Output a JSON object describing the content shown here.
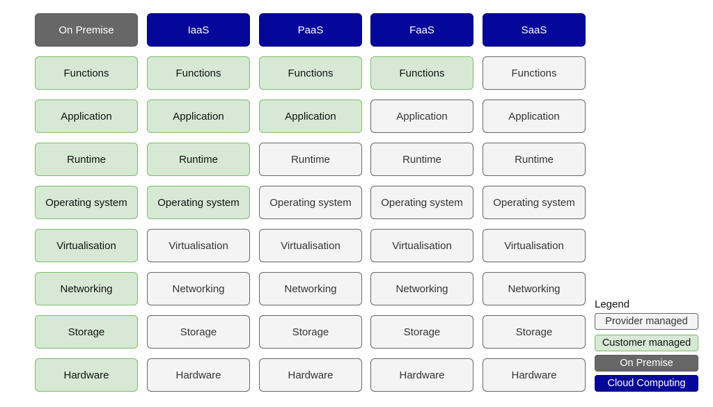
{
  "columns": [
    {
      "name": "On Premise",
      "kind": "on-premise",
      "rows": [
        {
          "label": "Functions",
          "managed": "customer"
        },
        {
          "label": "Application",
          "managed": "customer"
        },
        {
          "label": "Runtime",
          "managed": "customer"
        },
        {
          "label": "Operating system",
          "managed": "customer"
        },
        {
          "label": "Virtualisation",
          "managed": "customer"
        },
        {
          "label": "Networking",
          "managed": "customer"
        },
        {
          "label": "Storage",
          "managed": "customer"
        },
        {
          "label": "Hardware",
          "managed": "customer"
        }
      ]
    },
    {
      "name": "IaaS",
      "kind": "cloud",
      "rows": [
        {
          "label": "Functions",
          "managed": "customer"
        },
        {
          "label": "Application",
          "managed": "customer"
        },
        {
          "label": "Runtime",
          "managed": "customer"
        },
        {
          "label": "Operating system",
          "managed": "customer"
        },
        {
          "label": "Virtualisation",
          "managed": "provider"
        },
        {
          "label": "Networking",
          "managed": "provider"
        },
        {
          "label": "Storage",
          "managed": "provider"
        },
        {
          "label": "Hardware",
          "managed": "provider"
        }
      ]
    },
    {
      "name": "PaaS",
      "kind": "cloud",
      "rows": [
        {
          "label": "Functions",
          "managed": "customer"
        },
        {
          "label": "Application",
          "managed": "customer"
        },
        {
          "label": "Runtime",
          "managed": "provider"
        },
        {
          "label": "Operating system",
          "managed": "provider"
        },
        {
          "label": "Virtualisation",
          "managed": "provider"
        },
        {
          "label": "Networking",
          "managed": "provider"
        },
        {
          "label": "Storage",
          "managed": "provider"
        },
        {
          "label": "Hardware",
          "managed": "provider"
        }
      ]
    },
    {
      "name": "FaaS",
      "kind": "cloud",
      "rows": [
        {
          "label": "Functions",
          "managed": "customer"
        },
        {
          "label": "Application",
          "managed": "provider"
        },
        {
          "label": "Runtime",
          "managed": "provider"
        },
        {
          "label": "Operating system",
          "managed": "provider"
        },
        {
          "label": "Virtualisation",
          "managed": "provider"
        },
        {
          "label": "Networking",
          "managed": "provider"
        },
        {
          "label": "Storage",
          "managed": "provider"
        },
        {
          "label": "Hardware",
          "managed": "provider"
        }
      ]
    },
    {
      "name": "SaaS",
      "kind": "cloud",
      "rows": [
        {
          "label": "Functions",
          "managed": "provider"
        },
        {
          "label": "Application",
          "managed": "provider"
        },
        {
          "label": "Runtime",
          "managed": "provider"
        },
        {
          "label": "Operating system",
          "managed": "provider"
        },
        {
          "label": "Virtualisation",
          "managed": "provider"
        },
        {
          "label": "Networking",
          "managed": "provider"
        },
        {
          "label": "Storage",
          "managed": "provider"
        },
        {
          "label": "Hardware",
          "managed": "provider"
        }
      ]
    }
  ],
  "legend": {
    "title": "Legend",
    "items": [
      {
        "label": "Provider managed",
        "kind": "provider"
      },
      {
        "label": "Customer managed",
        "kind": "customer"
      },
      {
        "label": "On Premise",
        "kind": "onprem"
      },
      {
        "label": "Cloud Computing",
        "kind": "cloud"
      }
    ]
  },
  "colors": {
    "customer_fill": "#d7e8d5",
    "customer_border": "#7dbb6a",
    "provider_fill": "#f4f4f4",
    "provider_border": "#666666",
    "on_premise": "#676767",
    "cloud": "#05069a"
  }
}
